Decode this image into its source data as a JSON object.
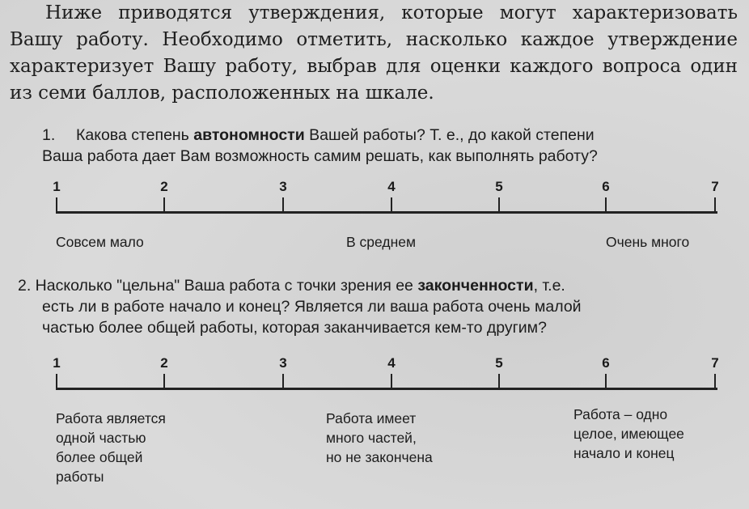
{
  "intro": {
    "text": "Ниже приводятся утверждения, которые могут характеризовать Вашу работу. Необходимо отметить, насколько каждое утверждение характеризует Вашу работу, выбрав для оценки каждого вопроса один из семи баллов, расположенных на шкале."
  },
  "questions": [
    {
      "number": "1.",
      "line1_pre": "Какова степень ",
      "line1_bold": "автономности",
      "line1_post": " Вашей работы? Т. е., до какой степени",
      "line2": "Ваша работа дает Вам возможность самим решать, как выполнять работу?",
      "scale": [
        "1",
        "2",
        "3",
        "4",
        "5",
        "6",
        "7"
      ],
      "anchors": {
        "low": "Совсем мало",
        "mid": "В среднем",
        "high": "Очень много"
      }
    },
    {
      "number": "2.",
      "line1_pre": " Насколько \"цельна\" Ваша работа с точки зрения ее ",
      "line1_bold": "законченности",
      "line1_post": ", т.е.",
      "line2": "есть ли в работе начало и конец? Является ли ваша работа очень малой",
      "line3": "частью более общей работы, которая заканчивается кем-то другим?",
      "scale": [
        "1",
        "2",
        "3",
        "4",
        "5",
        "6",
        "7"
      ],
      "anchors": {
        "low": [
          "Работа является",
          "одной частью",
          "более общей",
          "работы"
        ],
        "mid": [
          "Работа имеет",
          "много частей,",
          "но не закончена"
        ],
        "high": [
          "Работа – одно",
          "целое, имеющее",
          "начало и конец"
        ]
      }
    }
  ]
}
